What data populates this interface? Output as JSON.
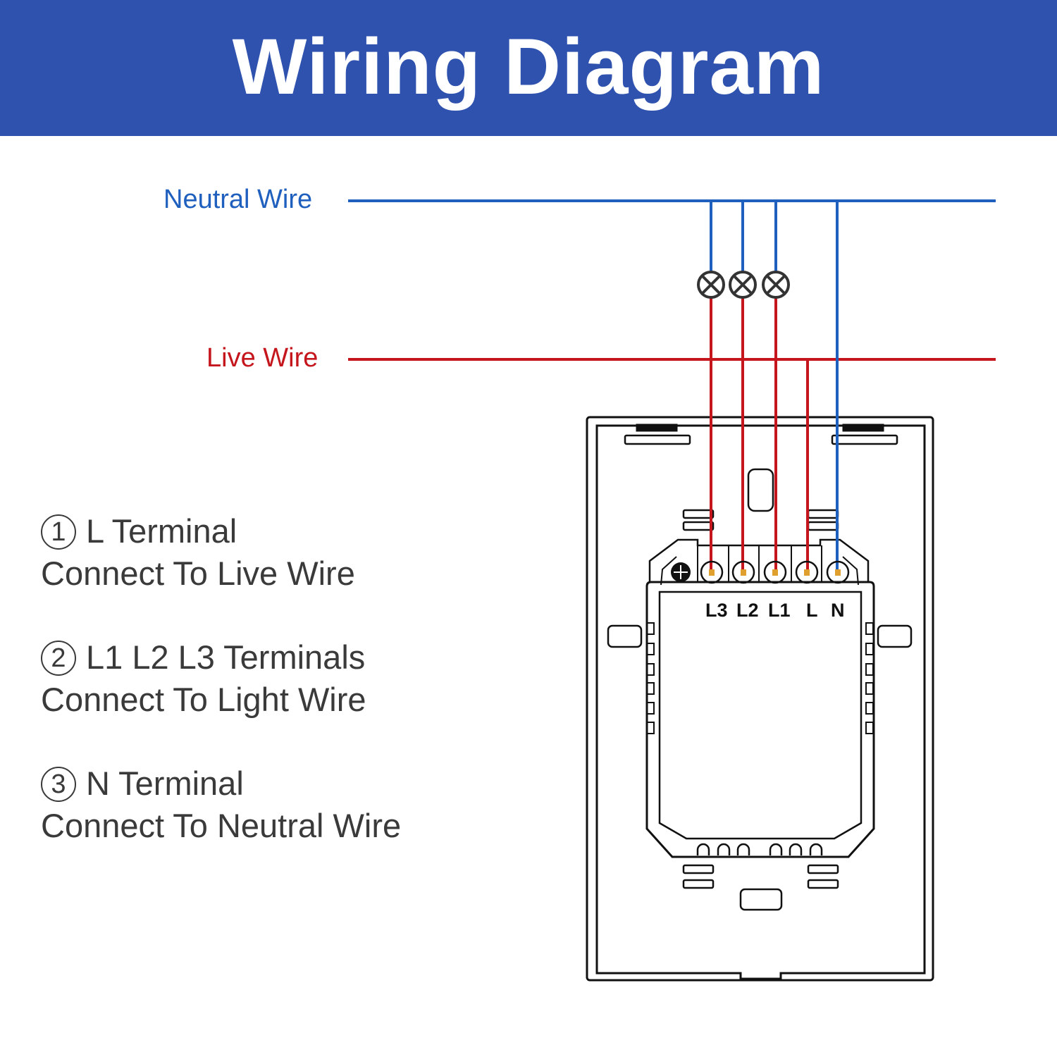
{
  "header": {
    "title": "Wiring Diagram",
    "background_color": "#2f52af"
  },
  "wires": {
    "neutral": {
      "label": "Neutral Wire",
      "color": "#1f5fbe"
    },
    "live": {
      "label": "Live Wire",
      "color": "#c4161c"
    }
  },
  "notes": [
    {
      "number": "1",
      "title": "L Terminal",
      "description": "Connect To Live Wire"
    },
    {
      "number": "2",
      "title": "L1 L2 L3 Terminals",
      "description": "Connect To Light Wire"
    },
    {
      "number": "3",
      "title": "N Terminal",
      "description": "Connect To Neutral Wire"
    }
  ],
  "switch": {
    "terminals": [
      {
        "label": "L3",
        "wire": "live",
        "via_lamp": true
      },
      {
        "label": "L2",
        "wire": "live",
        "via_lamp": true
      },
      {
        "label": "L1",
        "wire": "live",
        "via_lamp": true
      },
      {
        "label": "L",
        "wire": "live",
        "via_lamp": false
      },
      {
        "label": "N",
        "wire": "neutral",
        "via_lamp": false
      }
    ],
    "lamp_count": 3
  }
}
